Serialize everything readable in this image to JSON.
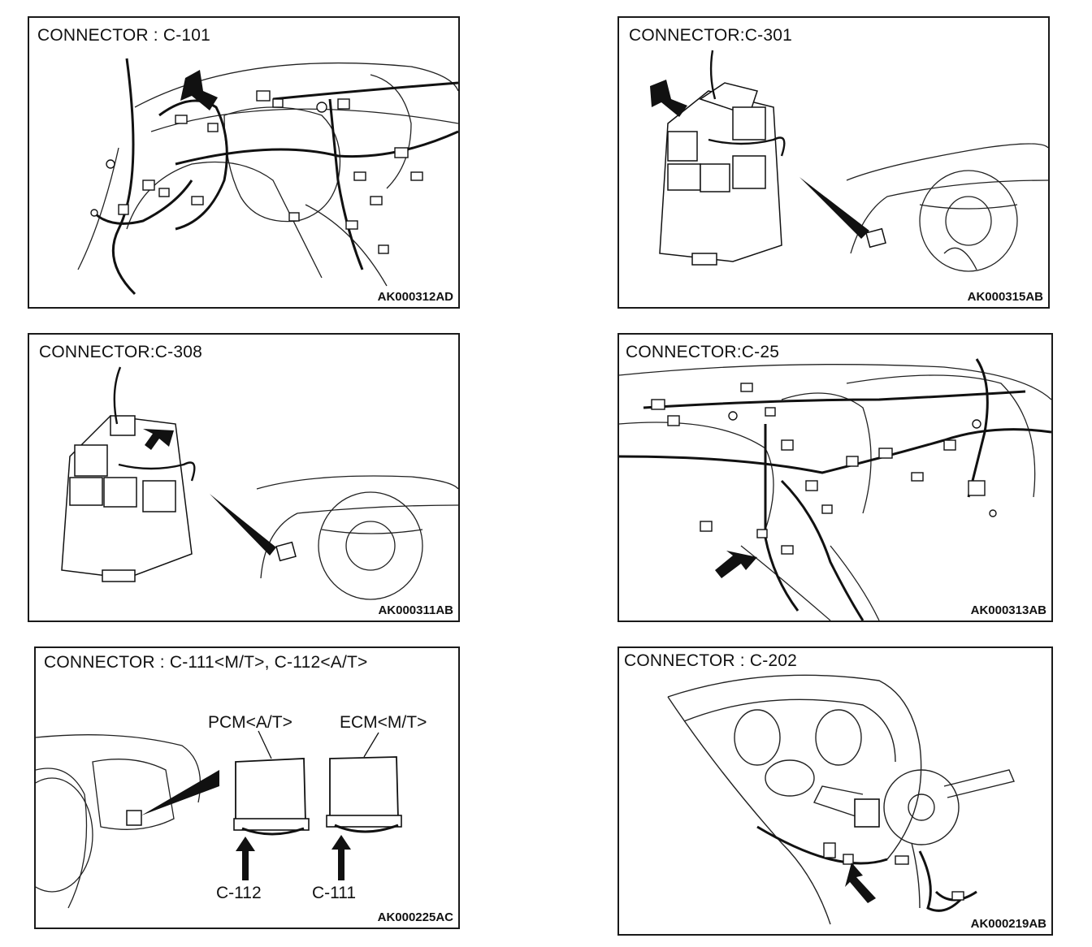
{
  "panels": [
    {
      "title": "CONNECTOR : C-101",
      "code": "AK000312AD"
    },
    {
      "title": "CONNECTOR:C-301",
      "code": "AK000315AB"
    },
    {
      "title": "CONNECTOR:C-308",
      "code": "AK000311AB"
    },
    {
      "title": "CONNECTOR:C-25",
      "code": "AK000313AB"
    },
    {
      "title": "CONNECTOR : C-111<M/T>, C-112<A/T>",
      "code": "AK000225AC",
      "module_labels": [
        "PCM<A/T>",
        "ECM<M/T>"
      ],
      "connector_labels": [
        "C-112",
        "C-111"
      ]
    },
    {
      "title": "CONNECTOR : C-202",
      "code": "AK000219AB"
    }
  ]
}
